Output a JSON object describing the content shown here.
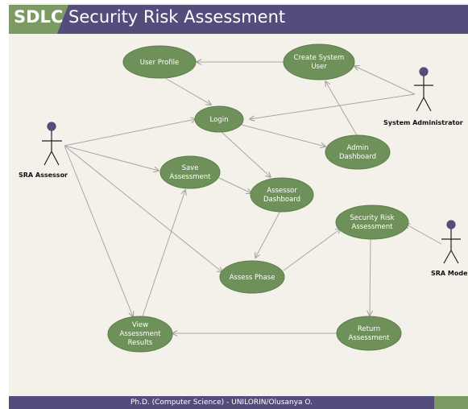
{
  "title": {
    "prefix": "SDLC",
    "text": " Security Risk Assessment"
  },
  "footer": "Ph.D. (Computer Science) - UNILORIN/Olusanya O.",
  "colors": {
    "title_bar": "#544c7a",
    "accent": "#7b9b63",
    "use_case": "#6e9159",
    "background": "#f4f1ea"
  },
  "actors": {
    "assessor": "SRA Assessor",
    "admin": "System Administrator",
    "moderator": "SRA Mode"
  },
  "use_cases": {
    "user_profile": [
      "User Profile"
    ],
    "create_system_user": [
      "Create System",
      "User"
    ],
    "login": [
      "Login"
    ],
    "admin_dashboard": [
      "Admin",
      "Dashboard"
    ],
    "save_assessment": [
      "Save",
      "Assessment"
    ],
    "assessor_dashboard": [
      "Assessor",
      "Dashboard"
    ],
    "security_risk_assessment": [
      "Security Risk",
      "Assessment"
    ],
    "assess_phase": [
      "Assess Phase"
    ],
    "view_assessment_results": [
      "View",
      "Assessment",
      "Results"
    ],
    "return_assessment": [
      "Return",
      "Assessment"
    ]
  }
}
